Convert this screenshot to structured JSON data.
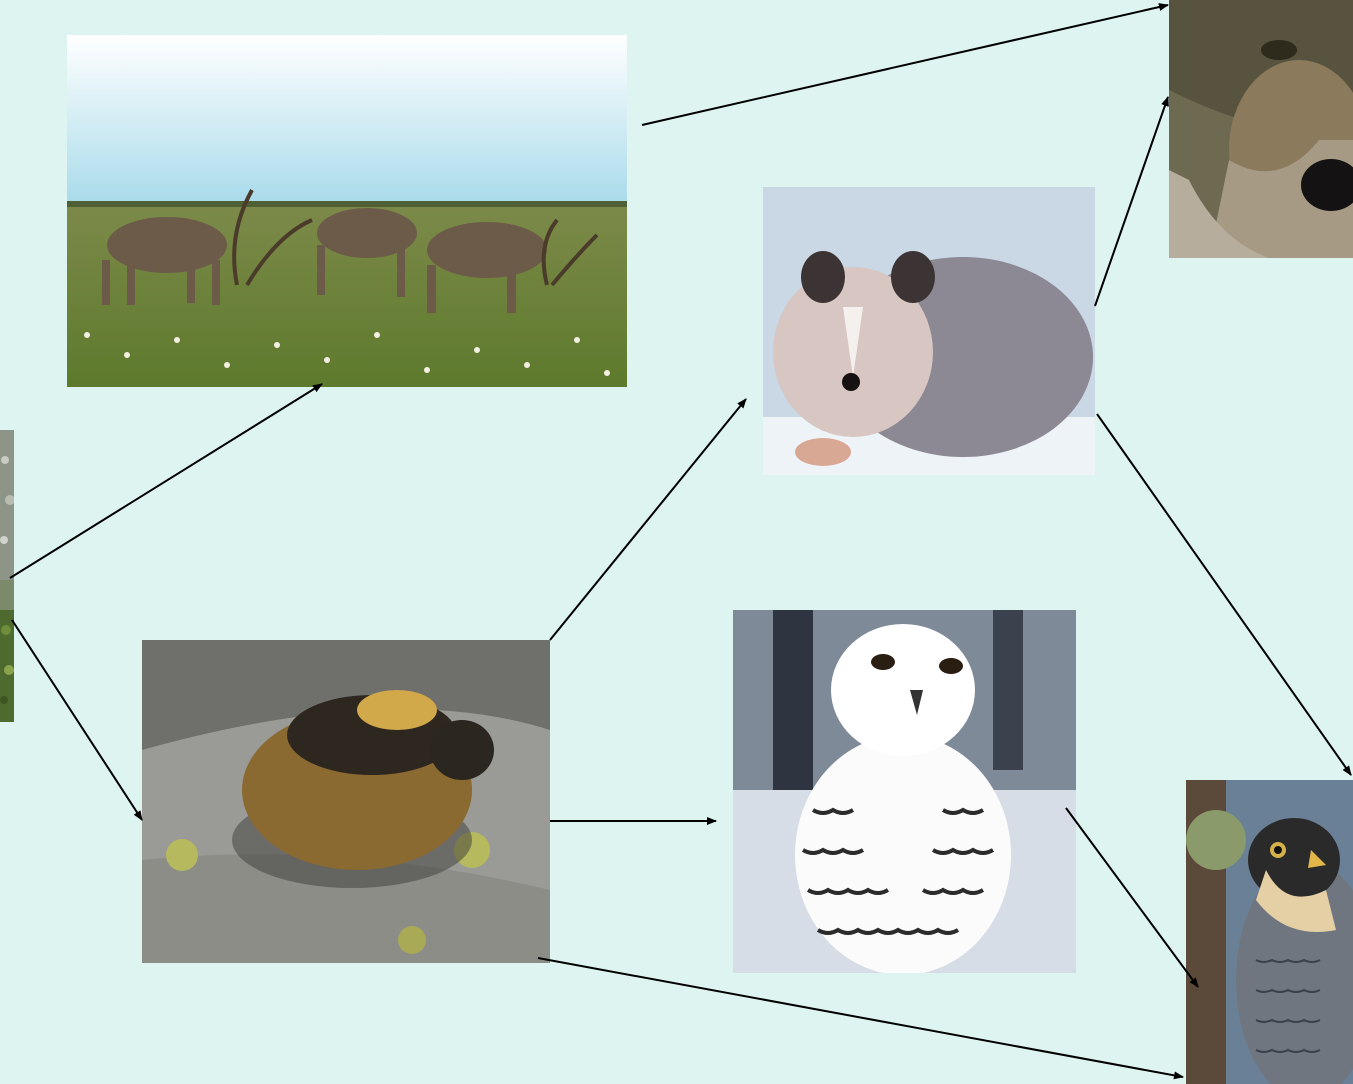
{
  "background_color": "#ddf4f1",
  "arrow_color": "#000000",
  "nodes": [
    {
      "id": "tundra-plants",
      "picture": "lichen-moss-plants-photo"
    },
    {
      "id": "caribou",
      "picture": "caribou-herd-photo"
    },
    {
      "id": "lemming",
      "picture": "lemming-photo"
    },
    {
      "id": "arctic-fox",
      "picture": "arctic-fox-photo"
    },
    {
      "id": "snowy-owl",
      "picture": "snowy-owl-photo"
    },
    {
      "id": "wolf",
      "picture": "wolf-photo"
    },
    {
      "id": "falcon",
      "picture": "peregrine-falcon-photo"
    }
  ],
  "edges": [
    {
      "from": "tundra-plants",
      "to": "caribou"
    },
    {
      "from": "tundra-plants",
      "to": "lemming"
    },
    {
      "from": "caribou",
      "to": "wolf"
    },
    {
      "from": "lemming",
      "to": "arctic-fox"
    },
    {
      "from": "lemming",
      "to": "snowy-owl"
    },
    {
      "from": "lemming",
      "to": "falcon"
    },
    {
      "from": "arctic-fox",
      "to": "wolf"
    },
    {
      "from": "arctic-fox",
      "to": "falcon"
    },
    {
      "from": "snowy-owl",
      "to": "falcon"
    }
  ]
}
